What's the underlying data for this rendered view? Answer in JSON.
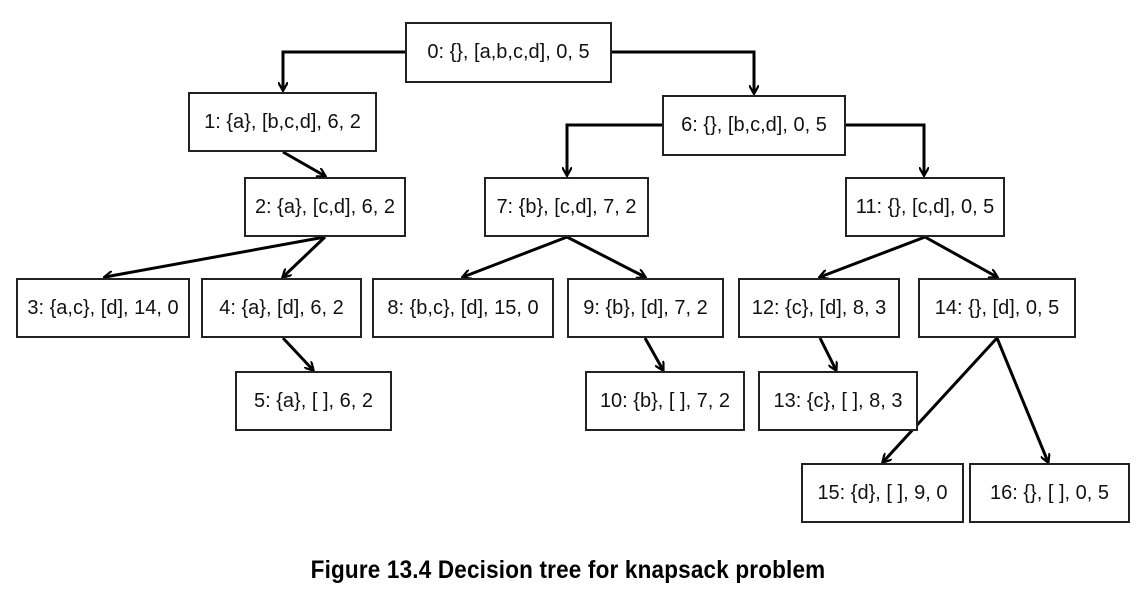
{
  "nodes": [
    {
      "id": "n0",
      "label": "0: {}, [a,b,c,d], 0, 5"
    },
    {
      "id": "n1",
      "label": "1: {a}, [b,c,d], 6, 2"
    },
    {
      "id": "n2",
      "label": "2: {a}, [c,d], 6, 2"
    },
    {
      "id": "n3",
      "label": "3: {a,c}, [d], 14, 0"
    },
    {
      "id": "n4",
      "label": "4: {a}, [d], 6, 2"
    },
    {
      "id": "n5",
      "label": "5: {a}, [ ], 6, 2"
    },
    {
      "id": "n6",
      "label": "6: {}, [b,c,d], 0, 5"
    },
    {
      "id": "n7",
      "label": "7: {b}, [c,d], 7, 2"
    },
    {
      "id": "n8",
      "label": "8: {b,c}, [d], 15, 0"
    },
    {
      "id": "n9",
      "label": "9: {b}, [d], 7, 2"
    },
    {
      "id": "n10",
      "label": "10: {b}, [ ], 7, 2"
    },
    {
      "id": "n11",
      "label": "11: {}, [c,d], 0, 5"
    },
    {
      "id": "n12",
      "label": "12: {c}, [d], 8, 3"
    },
    {
      "id": "n13",
      "label": "13: {c}, [ ], 8, 3"
    },
    {
      "id": "n14",
      "label": "14: {}, [d], 0, 5"
    },
    {
      "id": "n15",
      "label": "15: {d}, [ ], 9, 0"
    },
    {
      "id": "n16",
      "label": "16: {}, [ ], 0, 5"
    }
  ],
  "edges": [
    {
      "from": "n0",
      "to": "n1"
    },
    {
      "from": "n0",
      "to": "n6"
    },
    {
      "from": "n1",
      "to": "n2"
    },
    {
      "from": "n2",
      "to": "n3"
    },
    {
      "from": "n2",
      "to": "n4"
    },
    {
      "from": "n4",
      "to": "n5"
    },
    {
      "from": "n6",
      "to": "n7"
    },
    {
      "from": "n6",
      "to": "n11"
    },
    {
      "from": "n7",
      "to": "n8"
    },
    {
      "from": "n7",
      "to": "n9"
    },
    {
      "from": "n9",
      "to": "n10"
    },
    {
      "from": "n11",
      "to": "n12"
    },
    {
      "from": "n11",
      "to": "n14"
    },
    {
      "from": "n12",
      "to": "n13"
    },
    {
      "from": "n14",
      "to": "n15"
    },
    {
      "from": "n14",
      "to": "n16"
    }
  ],
  "caption": "Figure 13.4  Decision tree for knapsack problem"
}
